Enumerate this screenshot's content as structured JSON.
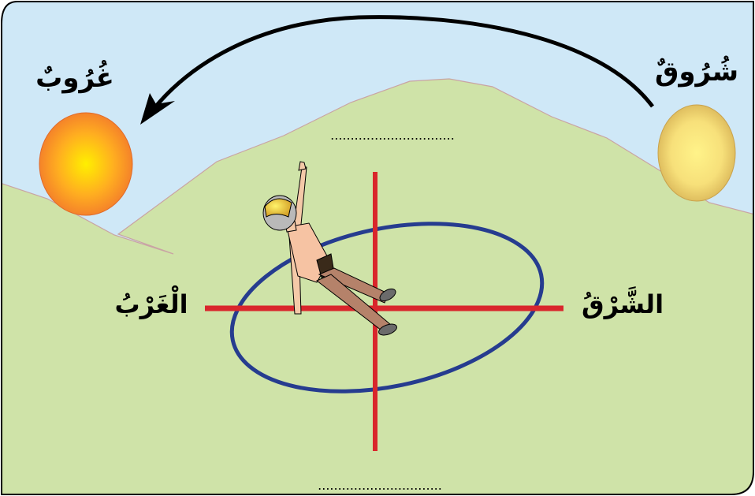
{
  "labels": {
    "sunrise": "شُرُوقٌ",
    "sunset": "غُرُوبٌ",
    "east": "الشَّرْقُ",
    "west": "الْغَرْبُ",
    "blank_north": "...............................",
    "blank_south": "..............................."
  },
  "colors": {
    "sky": "#cfe8f7",
    "grass": "#cfe3a8",
    "hill_outline": "#c9a4a4",
    "cross": "#d9262c",
    "ellipse": "#263c8f",
    "arrow": "#000000",
    "frame": "#000000",
    "sunrise_core": "#fff07a",
    "sunrise_edge": "#e0b850",
    "sunset_core": "#ffe800",
    "sunset_edge": "#f07a2a"
  },
  "icons": {
    "sunrise_sun": "rising-sun-icon",
    "sunset_sun": "setting-sun-icon",
    "person": "person-pointing-icon",
    "arrow": "sun-path-arrow-icon"
  }
}
